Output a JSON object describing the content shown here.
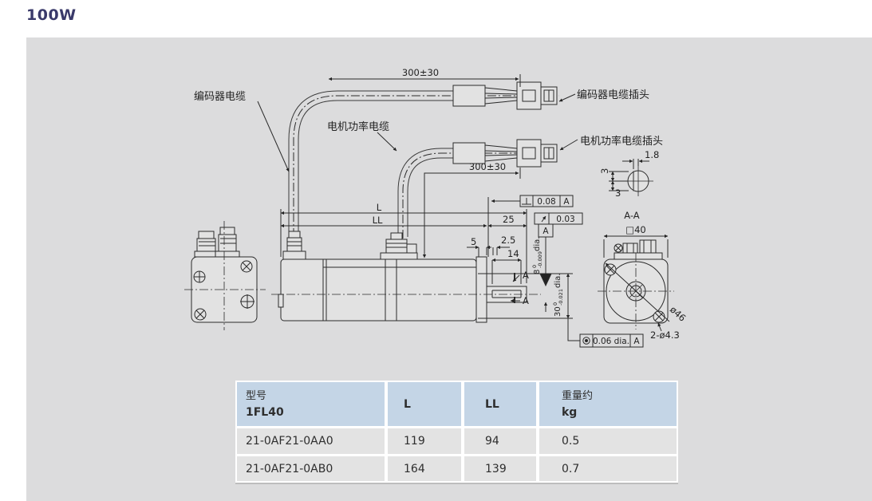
{
  "title": "100W",
  "colors": {
    "accent_title": "#3a3a6a",
    "panel_bg": "#dcdcdd",
    "table_header_bg": "#c4d5e6",
    "table_row_bg": "#e3e3e3",
    "line": "#2b2b2b"
  },
  "diagram": {
    "cable_labels": {
      "encoder_cable": "编码器电缆",
      "encoder_plug": "编码器电缆插头",
      "power_cable": "电机功率电缆",
      "power_plug": "电机功率电缆插头"
    },
    "dims": {
      "encoder_length": "300±30",
      "power_length": "300±30",
      "L": "L",
      "LL": "LL",
      "shaft_len": "25",
      "d5": "5",
      "d2_5": "2.5",
      "d14": "14",
      "section_label": "A-A",
      "flange_square": "□40",
      "bolt_circle": "ø46",
      "mount_holes": "2-ø4.3",
      "flat_width": "1.8",
      "flat_d1": "3",
      "flat_d2": "3",
      "shaft_dia": {
        "nominal": "8",
        "tol_upper": "0",
        "tol_lower": "-0.009",
        "unit": "dia."
      },
      "spigot_dia": {
        "nominal": "30",
        "tol_upper": "0",
        "tol_lower": "-0.021",
        "unit": "dia."
      }
    },
    "gdt": {
      "perpendicularity": {
        "value": "0.08",
        "datum": "A"
      },
      "runout": {
        "value": "0.03",
        "datum": "A"
      },
      "concentricity": {
        "value": "0.06 dia.",
        "datum": "A"
      },
      "section_mark_top": "A",
      "section_mark_bottom": "A"
    }
  },
  "table": {
    "headers": {
      "model_line1": "型号",
      "model_line2": "1FL40",
      "l": "L",
      "ll": "LL",
      "weight_line1": "重量约",
      "weight_line2": "kg"
    },
    "rows": [
      {
        "model": "21-0AF21-0AA0",
        "l": "119",
        "ll": "94",
        "weight": "0.5"
      },
      {
        "model": "21-0AF21-0AB0",
        "l": "164",
        "ll": "139",
        "weight": "0.7"
      }
    ]
  }
}
